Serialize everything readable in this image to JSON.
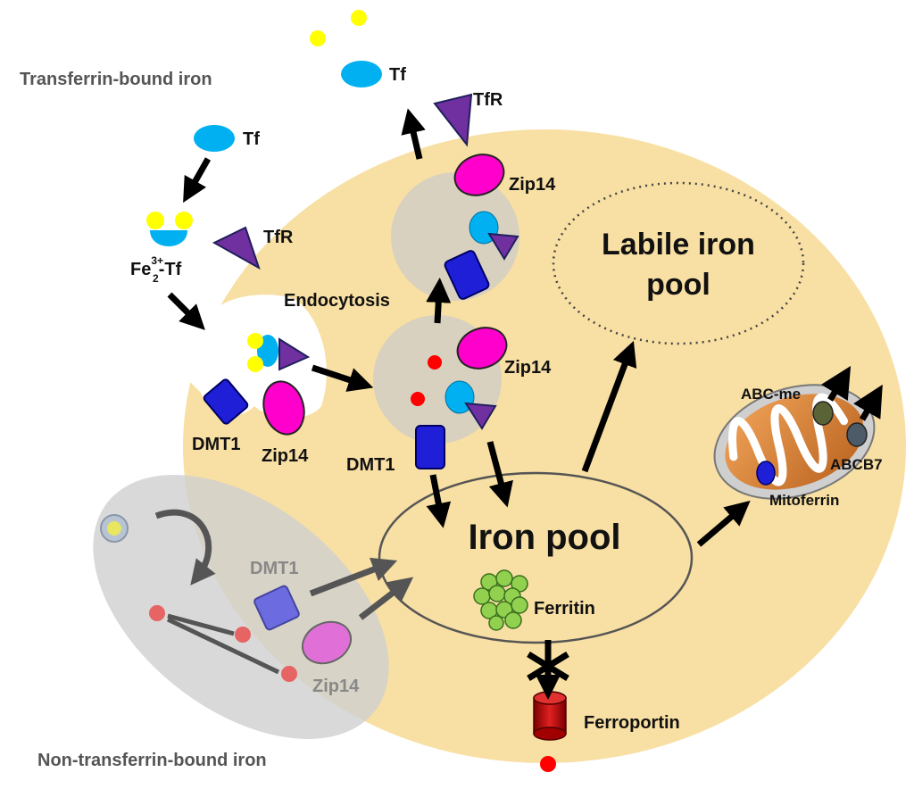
{
  "labels": {
    "transferrin_bound_iron": "Transferrin-bound iron",
    "non_transferrin_bound_iron": "Non-transferrin-bound iron",
    "tf_top": "Tf",
    "tf_left": "Tf",
    "tfr_top": "TfR",
    "tfr_left": "TfR",
    "fe_prefix": "Fe",
    "fe_sup": "3+",
    "fe_sub": "2",
    "fe_suffix": "-Tf",
    "endocytosis": "Endocytosis",
    "zip14_upper": "Zip14",
    "zip14_middle": "Zip14",
    "zip14_pit": "Zip14",
    "zip14_ntbi": "Zip14",
    "dmt1_pit": "DMT1",
    "dmt1_middle": "DMT1",
    "dmt1_ntbi": "DMT1",
    "labile_iron_pool_line1": "Labile iron",
    "labile_iron_pool_line2": "pool",
    "iron_pool": "Iron pool",
    "ferritin": "Ferritin",
    "ferroportin": "Ferroportin",
    "abc_me": "ABC-me",
    "abcb7": "ABCB7",
    "mitoferrin": "Mitoferrin"
  },
  "colors": {
    "cell": "#f8dfa3",
    "cell_edge": "#f2d28a",
    "vesicle": "#d9d1bf",
    "ntbi_region": "#d5d5d5",
    "iron_yellow": "#ffff00",
    "iron_red": "#ff0000",
    "tf_blue": "#00b0f0",
    "tfr_purple": "#7030a0",
    "zip14_magenta": "#ff00cc",
    "dmt1_blue": "#1f1fd8",
    "ferritin_green": "#92d050",
    "ferroportin_red": "#c00000"
  }
}
